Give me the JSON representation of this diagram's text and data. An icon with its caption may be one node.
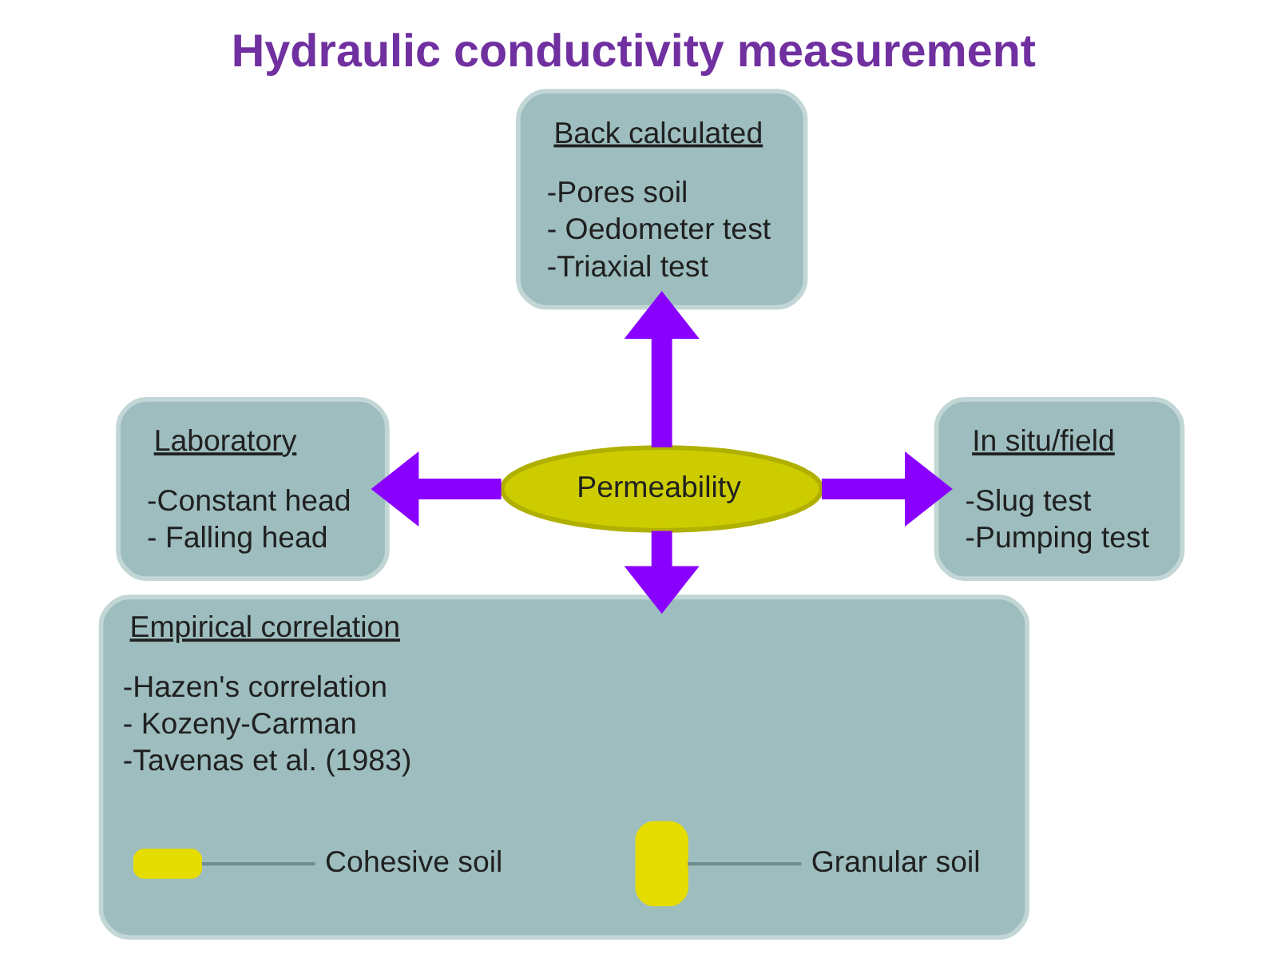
{
  "diagram": {
    "title": "Hydraulic conductivity measurement",
    "nodes": [
      {
        "text": [
          "Back calculated",
          "-Pores soil",
          "- Oedometer test",
          "-Triaxial test"
        ]
      },
      {
        "text": [
          "Laboratory",
          "-Constant head",
          "- Falling head"
        ]
      },
      {
        "text": [
          "Permeability"
        ]
      },
      {
        "text": [
          "In situ/field",
          "-Slug test",
          "-Pumping test"
        ]
      },
      {
        "text": [
          "Empirical correlation",
          "-Hazen's correlation",
          "- Kozeny-Carman",
          "-Tavenas et al. (1983)"
        ]
      },
      {
        "text": [],
        "shape": "box",
        "in": 4
      },
      {
        "text": [
          "Granular soil"
        ],
        "in": 4
      },
      {
        "text": [],
        "shape": "box",
        "in": 4
      },
      {
        "text": [
          "Cohesive soil"
        ],
        "in": 4
      }
    ],
    "edges": [
      {
        "from": 2,
        "to": 0,
        "arrow": "to"
      },
      {
        "from": 2,
        "to": 1,
        "arrow": "to"
      },
      {
        "from": 2,
        "to": 3,
        "arrow": "to"
      },
      {
        "from": 2,
        "to": 4,
        "arrow": "to"
      },
      {
        "from": 5,
        "to": 6,
        "arrow": "none",
        "color": "#6f8f90"
      },
      {
        "from": 7,
        "to": 8,
        "arrow": "none",
        "color": "#6f8f90"
      }
    ]
  }
}
